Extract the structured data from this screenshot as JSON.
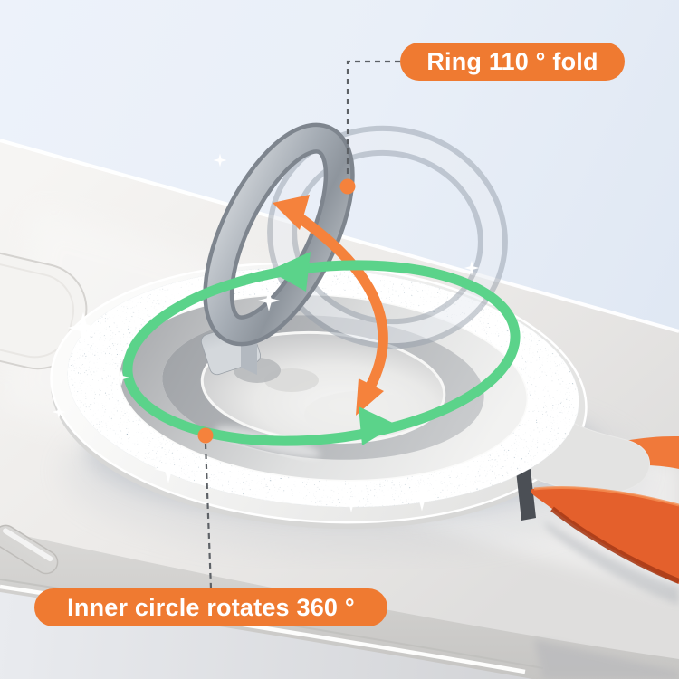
{
  "callouts": {
    "fold": {
      "label": "Ring 110 ° fold"
    },
    "rotate": {
      "label": "Inner circle rotates 360 °"
    }
  },
  "icons": {
    "rotation_arrows": "green-elliptical-double-arrow",
    "fold_arrow": "orange-curved-arrow",
    "anchor_dots": "orange-dot",
    "sparkles": "four-point-star"
  },
  "colors": {
    "pill": "#EF7A31",
    "pill_text": "#FFFFFF",
    "arrow_green": "#5BD38A",
    "arrow_orange": "#F5823C",
    "dashed_line": "#5D6166",
    "dot": "#F5823C",
    "strap_light": "#F0793A",
    "strap_main": "#E4602C",
    "strap_dark": "#A93C18",
    "glitter_base": "#9EB4C1",
    "bg_top": "#EDF2FA",
    "bg_bottom": "#DCE5F1"
  }
}
